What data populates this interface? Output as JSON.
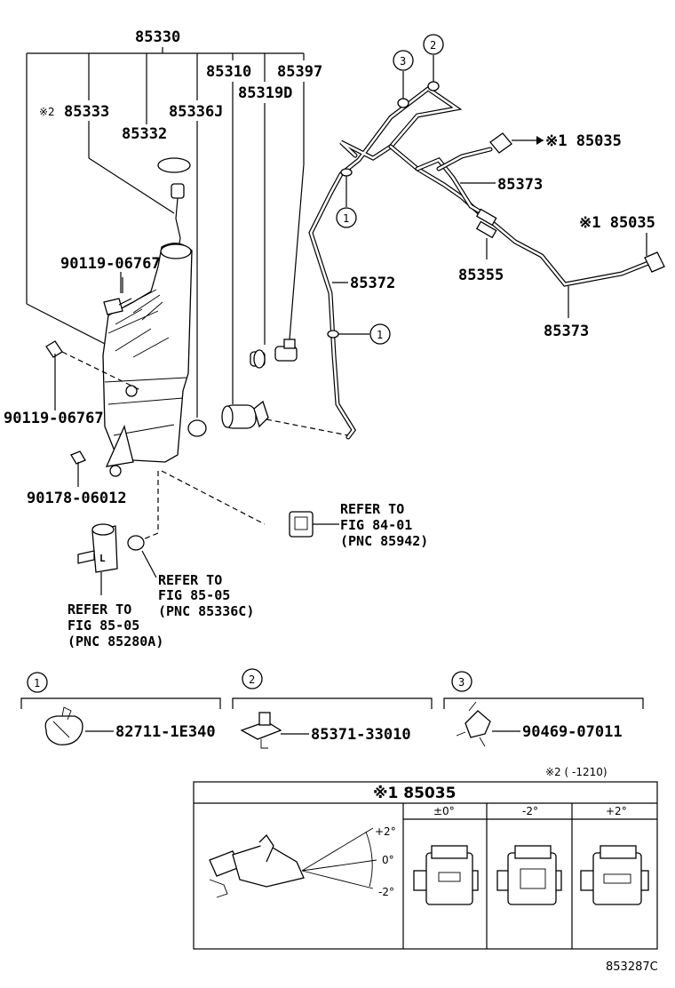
{
  "parts": {
    "p85330": "85330",
    "p85310": "85310",
    "p85397": "85397",
    "p85333": "85333",
    "p85333_mark": "※2",
    "p85336J": "85336J",
    "p85319D": "85319D",
    "p85332": "85332",
    "p9011906767_a": "90119-06767",
    "p9011906767_b": "90119-06767",
    "p9017806012": "90178-06012",
    "p85372": "85372",
    "p85373_a": "85373",
    "p85373_b": "85373",
    "p85355": "85355",
    "p85035_a": "※1 85035",
    "p85035_b": "※1 85035"
  },
  "refs": {
    "ref1": [
      "REFER TO",
      "FIG 84-01",
      "(PNC 85942)"
    ],
    "ref2": [
      "REFER TO",
      "FIG 85-05",
      "(PNC 85336C)"
    ],
    "ref3": [
      "REFER TO",
      "FIG 85-05",
      "(PNC 85280A)"
    ]
  },
  "callouts": {
    "c1": "1",
    "c2": "2",
    "c3": "3"
  },
  "legend": {
    "item1": {
      "num": "1",
      "part": "82711-1E340"
    },
    "item2": {
      "num": "2",
      "part": "85371-33010"
    },
    "item3": {
      "num": "3",
      "part": "90469-07011"
    }
  },
  "note2": "※2 (   -1210)",
  "table": {
    "title": "※1 85035",
    "cols": [
      "±0°",
      "-2°",
      "+2°"
    ],
    "angles": [
      "+2°",
      "0°",
      "-2°"
    ]
  },
  "fig_code": "853287C"
}
